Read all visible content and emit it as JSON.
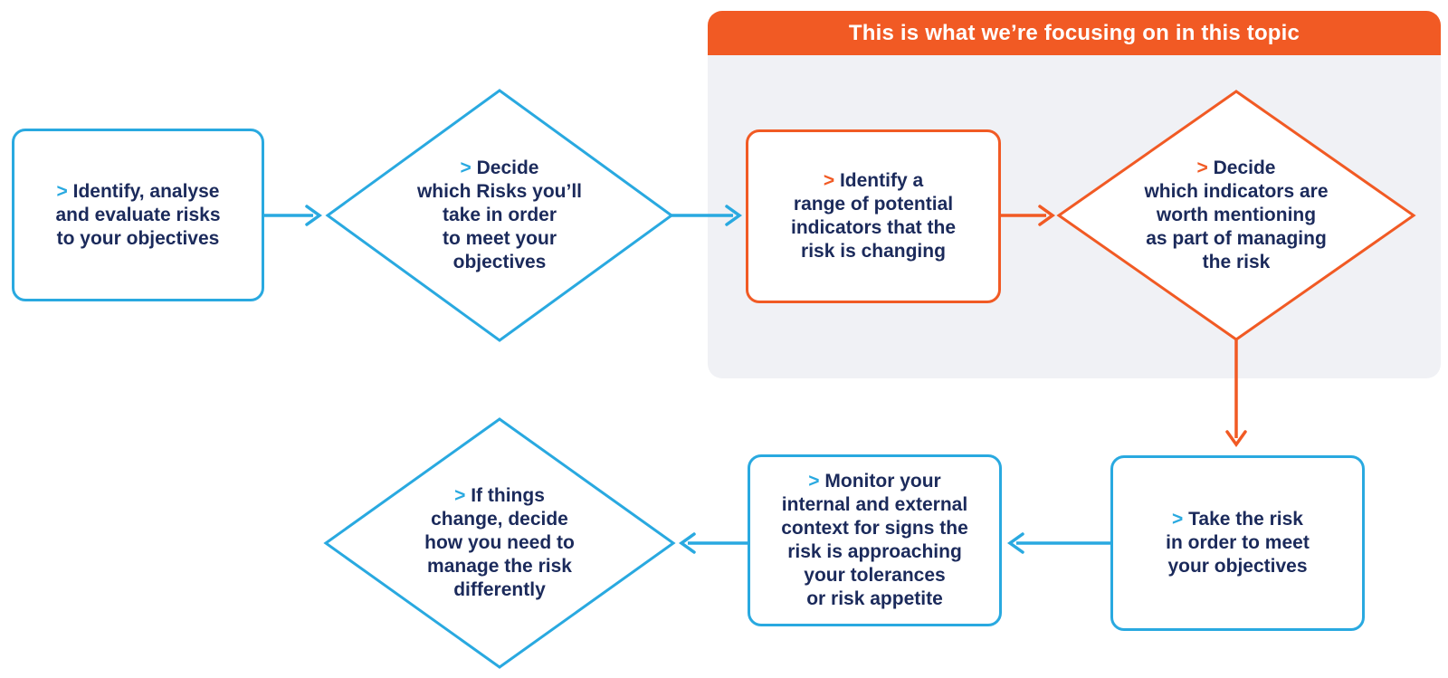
{
  "colors": {
    "blue": "#29a9e0",
    "orange": "#f15a24",
    "navy": "#1b2a5b",
    "panel_gray": "#f0f1f5",
    "white": "#ffffff"
  },
  "focus": {
    "header": "This is what we’re focusing on in this topic"
  },
  "nodes": {
    "identify_risks": {
      "prefix": ">",
      "accent": "blue",
      "lines": [
        "Identify, analyse",
        "and evaluate risks",
        "to your objectives"
      ]
    },
    "decide_risks": {
      "prefix": ">",
      "accent": "blue",
      "lines": [
        "Decide",
        "which Risks you’ll",
        "take in order",
        "to meet your",
        "objectives"
      ]
    },
    "identify_indicators": {
      "prefix": ">",
      "accent": "orange",
      "lines": [
        "Identify a",
        "range of potential",
        "indicators that the",
        "risk is changing"
      ]
    },
    "decide_indicators": {
      "prefix": ">",
      "accent": "orange",
      "lines": [
        "Decide",
        "which indicators are",
        "worth mentioning",
        "as part of managing",
        "the risk"
      ]
    },
    "take_risk": {
      "prefix": ">",
      "accent": "blue",
      "lines": [
        "Take the risk",
        "in order to meet",
        "your objectives"
      ]
    },
    "monitor": {
      "prefix": ">",
      "accent": "blue",
      "lines": [
        "Monitor your",
        "internal and external",
        "context for signs the",
        "risk is approaching",
        "your tolerances",
        "or risk appetite"
      ]
    },
    "if_things_change": {
      "prefix": ">",
      "accent": "blue",
      "lines": [
        "If things",
        "change, decide",
        "how you need to",
        "manage the risk",
        "differently"
      ]
    }
  }
}
